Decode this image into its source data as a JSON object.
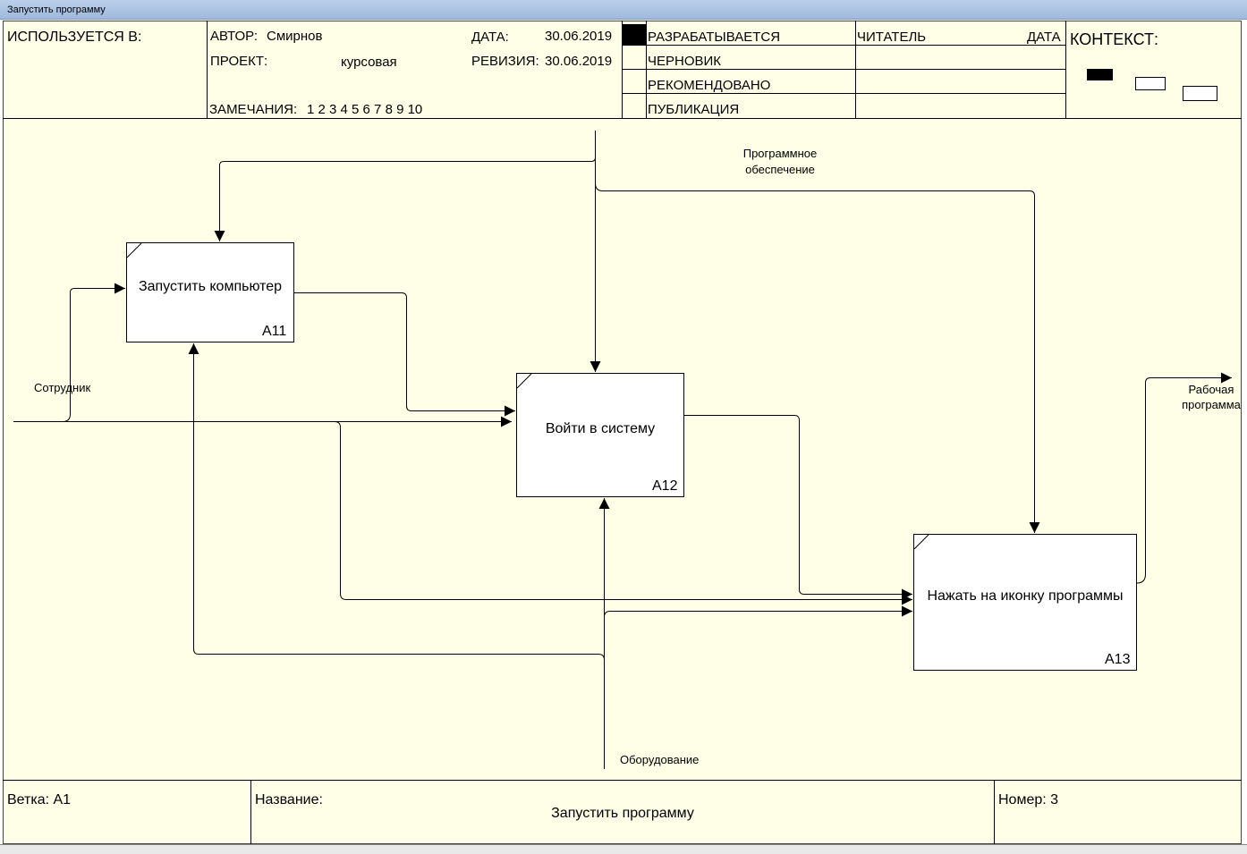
{
  "window": {
    "title": "Запустить программу"
  },
  "header": {
    "used_in": "ИСПОЛЬЗУЕТСЯ В:",
    "author_label": "АВТОР:",
    "author": "Смирнов",
    "project_label": "ПРОЕКТ:",
    "project": "курсовая",
    "notes_label": "ЗАМЕЧАНИЯ:",
    "notes": "1 2 3 4 5 6 7 8 9 10",
    "date_label": "ДАТА:",
    "date": "30.06.2019",
    "revision_label": "РЕВИЗИЯ:",
    "revision": "30.06.2019",
    "status": [
      "РАЗРАБАТЫВАЕТСЯ",
      "ЧЕРНОВИК",
      "РЕКОМЕНДОВАНО",
      "ПУБЛИКАЦИЯ"
    ],
    "reader_label": "ЧИТАТЕЛЬ",
    "reader_date_label": "ДАТА",
    "context_label": "КОНТЕКСТ:"
  },
  "diagram": {
    "boxes": [
      {
        "title": "Запустить компьютер",
        "id": "A11"
      },
      {
        "title": "Войти в систему",
        "id": "A12"
      },
      {
        "title": "Нажать на иконку программы",
        "id": "A13"
      }
    ],
    "arrows": {
      "software": [
        "Программное",
        "обеспечение"
      ],
      "employee": "Сотрудник",
      "output": [
        "Рабочая",
        "программа"
      ],
      "equipment": "Оборудование"
    }
  },
  "footer": {
    "branch": "Ветка: A1",
    "name_label": "Название:",
    "name": "Запустить программу",
    "number": "Номер: 3"
  }
}
